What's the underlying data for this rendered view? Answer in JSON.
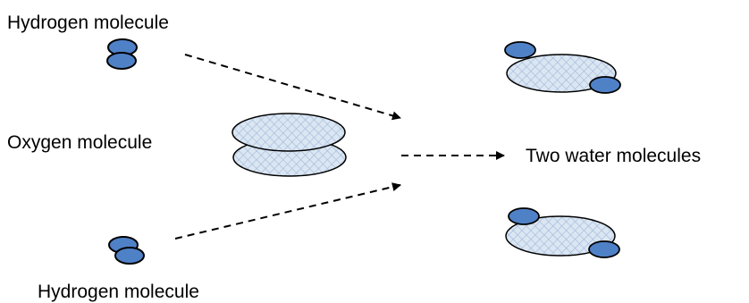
{
  "labels": {
    "hydrogen_top": "Hydrogen molecule",
    "oxygen": "Oxygen molecule",
    "hydrogen_bottom": "Hydrogen molecule",
    "product": "Two water molecules"
  },
  "colors": {
    "hydrogen_atom": "#4f81c7",
    "oxygen_atom": "#dbe6f3",
    "oxygen_hatch": "#9fb8d8",
    "outline": "#000000",
    "arrow": "#000000"
  }
}
